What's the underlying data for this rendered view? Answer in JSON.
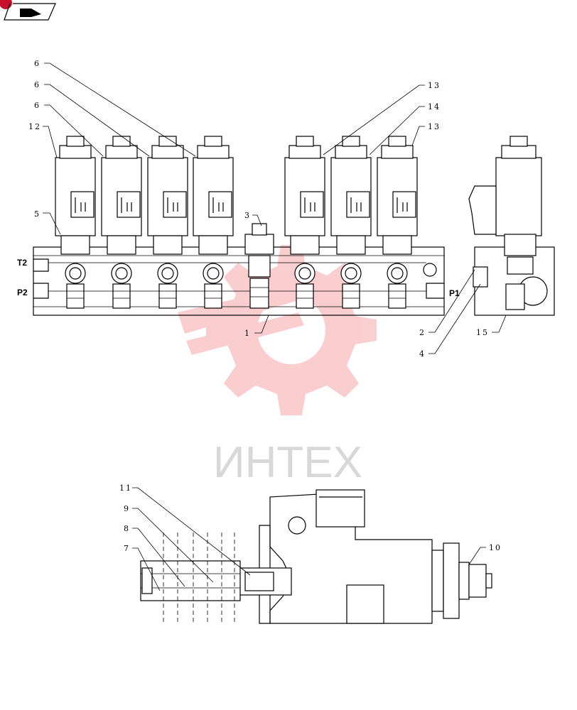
{
  "watermark": {
    "text": "ИНТЕХ",
    "color": "#e9262b"
  },
  "ports": {
    "t2": "T2",
    "p2": "P2",
    "p1": "P1"
  },
  "callouts": {
    "c1": "1",
    "c2": "2",
    "c3": "3",
    "c4": "4",
    "c5": "5",
    "c6a": "6",
    "c6b": "6",
    "c6c": "6",
    "c7": "7",
    "c8": "8",
    "c9": "9",
    "c10": "10",
    "c11": "11",
    "c12": "12",
    "c13a": "13",
    "c14": "14",
    "c13b": "13",
    "c15": "15"
  },
  "icons": {
    "nav": "page-nav-icon"
  }
}
